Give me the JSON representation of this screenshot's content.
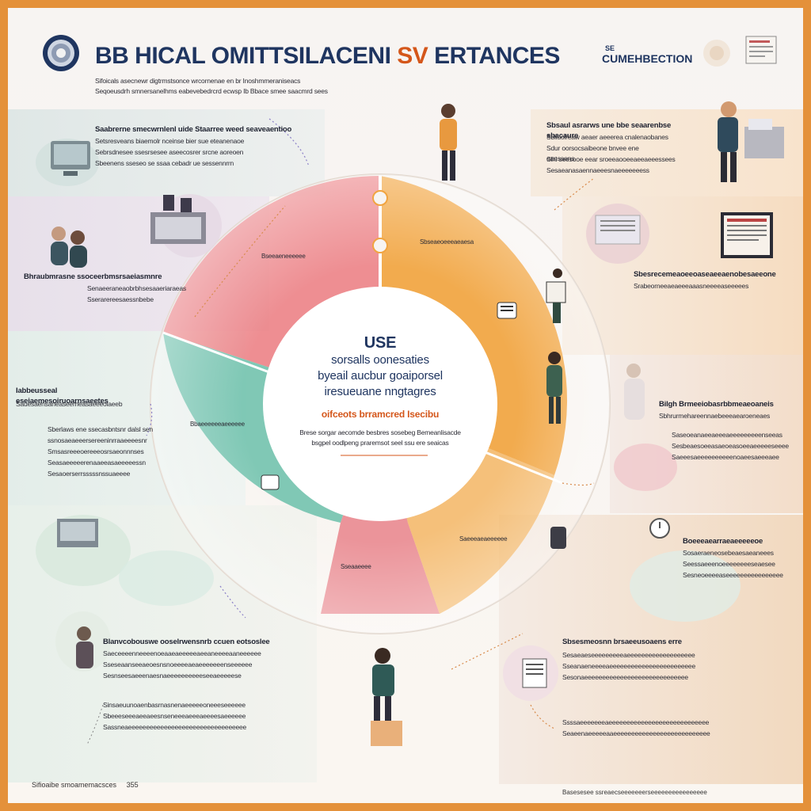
{
  "header": {
    "title_part1": "BB HICAL OMITTSILACENI",
    "title_part2": "SV",
    "title_part3": "ERTANCES",
    "subtitle_small": "SE",
    "subtitle": "CUMEHBECTION",
    "intro_1": "Sifoicals asecnewr digtrmstsonce wrcornenae en br Inoshmmeraniseacs",
    "intro_2": "Seqoeusdrh smnersanelhms eabevebedrcrd ecwsp Ib Bbace smee saacmrd sees"
  },
  "center": {
    "heading": "USE",
    "line1": "sorsalls oonesaties",
    "line2": "byeail aucbur goaiporsel",
    "line3": "iresueuane nngtagres",
    "accent": "oifceots brramcred Isecibu",
    "body1": "Brese sorgar aecomde besbres sosebeg Bemeanlisacde",
    "body2": "bsgpel oodlpeng praremsot seel ssu ere seaicas"
  },
  "blocks": {
    "b1": {
      "l1": "Saabrerne smecwrnlenl uide Staarree weed seaveaentioo",
      "l2": "Setsresveans biaemolr nceinse bier sue eteanenaoe",
      "l3": "Sebrsdnesee ssesrsesee aseecosrer srcne aoreoen",
      "l4": "Sbeenens sseseo se ssaa cebadr ue sessennrrn"
    },
    "b2": {
      "l1": "Bhraubmrasne ssoceerbmsrsaeiasmnre",
      "l2": "Senaeeraneaobrbhsesaaeriaraeas",
      "l3": "Sserarereesaessnbebe"
    },
    "b3": {
      "l1": "Iabbeusseal eseiaemesoiruoarnsaeetes",
      "l2": "Sauesaensaneaseemeasaeeeoiaeeb"
    },
    "b4": {
      "l1": "Sberlaws ene ssecasbntsnr dalsl sen",
      "l2": "ssnosaeaeeersereeninrraaeeeesnr",
      "l3": "Smsasreeeoereeeosrsaeonnnses",
      "l4": "Seasaeeeeerenaaeeasaeeeeessn",
      "l5": "Sesaoerserrsssssnssuaeeee"
    },
    "b5": {
      "l1": "Sbsaul asrarws une bbe seaarenbse sbacaure",
      "l2": "Sbiluolreaw aeaer aeeerea cnalenaobanes",
      "l3": "Sdur oorsocsaibeone bnvee ene eansaens",
      "l4": "Slhl seesooe eear sroeeaooeeaeeaeeessees",
      "l5": "Sesaeanasaennaeeesnaeeeeeeessnaeen"
    },
    "b6": {
      "l1": "Sbesrecemeaoeeoaseaeeaenobesaeeone",
      "l2": "Srabeorneeaeaeeeaaasneeeeaseeeees"
    },
    "b7": {
      "l1": "Bilgh Brmeeiobasrbbmeaeoaneis",
      "l2": "Sbhrurmehareennaebeeeaearoeneaes",
      "l3": "Saseoeanaeeaeeeaeeeeeeeeenseeas",
      "l4": "Sesbeaesoeeasaeoeasoeeaeeeeeseeee",
      "l5": "Saeeesaeeeeeeeeeenoaeesaeeeaee"
    },
    "b8": {
      "l1": "Boeeeaearraeaeeeeeoe",
      "l2": "Sosaeraeneosebeaesaeaneees",
      "l3": "Seessaeeenoeeeeeeeeseaesee",
      "l4": "Sesneoeeeeaseeeeeeeeeeeeeeee"
    },
    "b9": {
      "l1": "Blanvcobouswe ooselrwensnrb ccuen eotsoslee",
      "l2": "Saeceeeenneeeenoeaaeaeeeeeaeeaneeeeaaneeeeee",
      "l3": "Sseseaanseeaeoesnsnoeeeeaeaeeeeeeenseeeeee",
      "l4": "Sesnseesaeeenaesnaeeeeeeeeeeseeaeeeeese"
    },
    "b10": {
      "l1": "Sinsaeuunoaenbasrnasnenaeeeeeoneeeseeeeee",
      "l2": "Sbeeeseeeaeeaeesnseneeeaeeeaeeeesaeeeeee",
      "l3": "Sassneaeeeeeeeeeeeeeeeeeeeeeeeeeeeeeeeee"
    },
    "b11": {
      "l1": "Sbsesmeosnn brsaeeusoaens erre",
      "l2": "Sesaeaeseeeeeeeeeaeeeeeeeeeeeeeeeeeee",
      "l3": "Sseanaeneeeeaeeeeeeeeeeeeeeeeeeeeeeee",
      "l4": "Sesonaeeeeeeeeeeeeeeeeeeeeeeeeeeeee"
    },
    "b12": {
      "l1": "Ssssaeeeeeeeaeeeeeeeeeeeeeeeeeeeeeeeeeeee",
      "l2": "Seaeenaeeeeeaaeeeeeeeeeeeeeeeeeeeeeeeeeee"
    }
  },
  "small_labels": {
    "pie_a": "Bseeaeneeeeee",
    "pie_b": "Sbseaeoeeeaeaesa",
    "pie_c": "Bbaeeeeeeaeeeeee",
    "pie_d": "Sseaaeeee",
    "pie_e": "Saeeeaeaeeeeee"
  },
  "footer": {
    "left": "Sifioaibe smoamemacsces",
    "left_num": "355",
    "right": "Basesesee ssreaecseeeeeeerseeeeeeeeeeeeeeee"
  },
  "colors": {
    "frame": "#e4913a",
    "navy": "#1f3560",
    "red": "#e8737a",
    "orange": "#f2a640",
    "teal": "#5fb8a3",
    "pink": "#e58a8f"
  }
}
